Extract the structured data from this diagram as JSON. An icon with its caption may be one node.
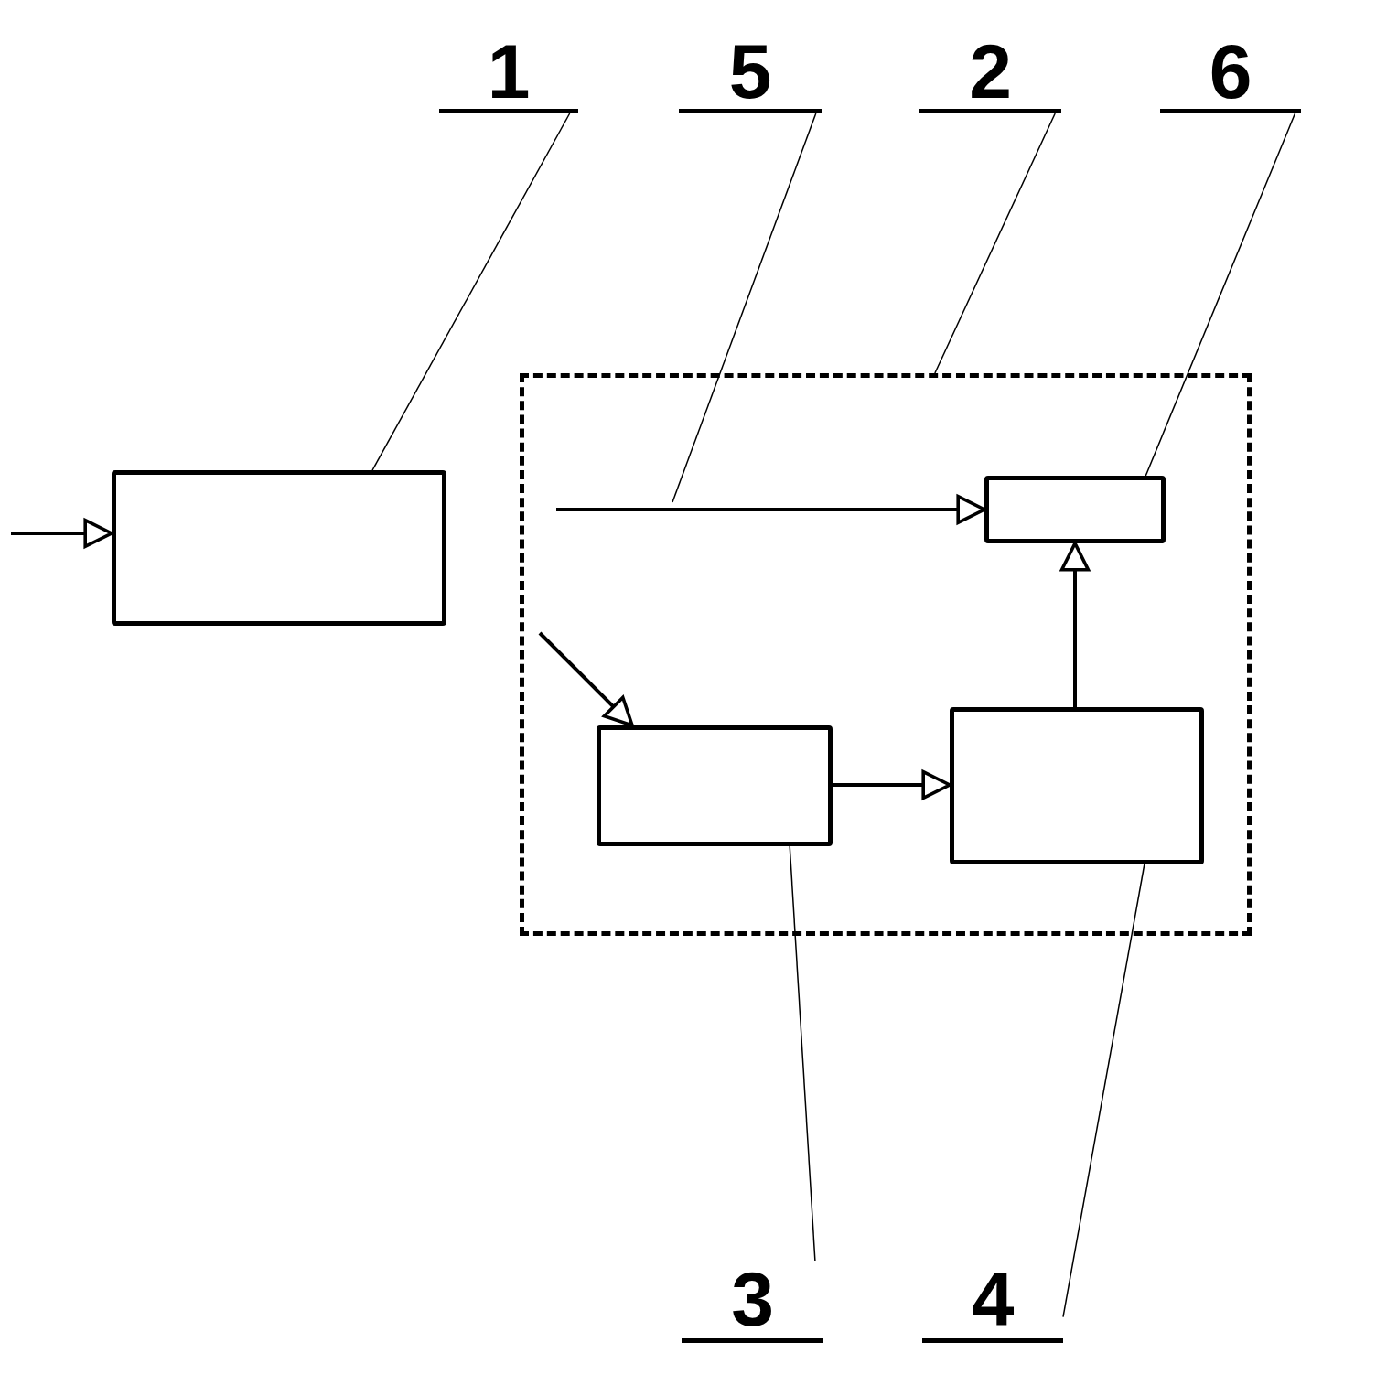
{
  "diagram": {
    "nodes": [
      {
        "text": [
          "1"
        ]
      },
      {
        "text": [
          "5"
        ]
      },
      {
        "text": [
          "2"
        ]
      },
      {
        "text": [
          "6"
        ]
      },
      {
        "text": [],
        "shape": "box"
      },
      {
        "text": [],
        "shape": "box"
      },
      {
        "text": [],
        "shape": "box",
        "in": 5
      },
      {
        "text": [],
        "shape": "box",
        "in": 5
      },
      {
        "text": [],
        "shape": "box",
        "in": 5
      },
      {
        "text": [
          "3"
        ]
      },
      {
        "text": [
          "4"
        ]
      }
    ],
    "edges": [
      {
        "from": null,
        "to": 4,
        "arrow": "to",
        "style": "thick"
      },
      {
        "from": null,
        "to": 6,
        "arrow": "to",
        "style": "thick"
      },
      {
        "from": null,
        "to": 7,
        "arrow": "to",
        "style": "thick"
      },
      {
        "from": 7,
        "to": 8,
        "arrow": "to",
        "style": "thick"
      },
      {
        "from": 8,
        "to": 6,
        "arrow": "to",
        "style": "thick"
      },
      {
        "from": 0,
        "to": 4,
        "arrow": "none"
      },
      {
        "from": 1,
        "to": null,
        "arrow": "none"
      },
      {
        "from": 2,
        "to": 5,
        "arrow": "none"
      },
      {
        "from": 3,
        "to": 6,
        "arrow": "none"
      },
      {
        "from": 9,
        "to": 7,
        "arrow": "none"
      },
      {
        "from": 10,
        "to": 8,
        "arrow": "none"
      }
    ]
  }
}
